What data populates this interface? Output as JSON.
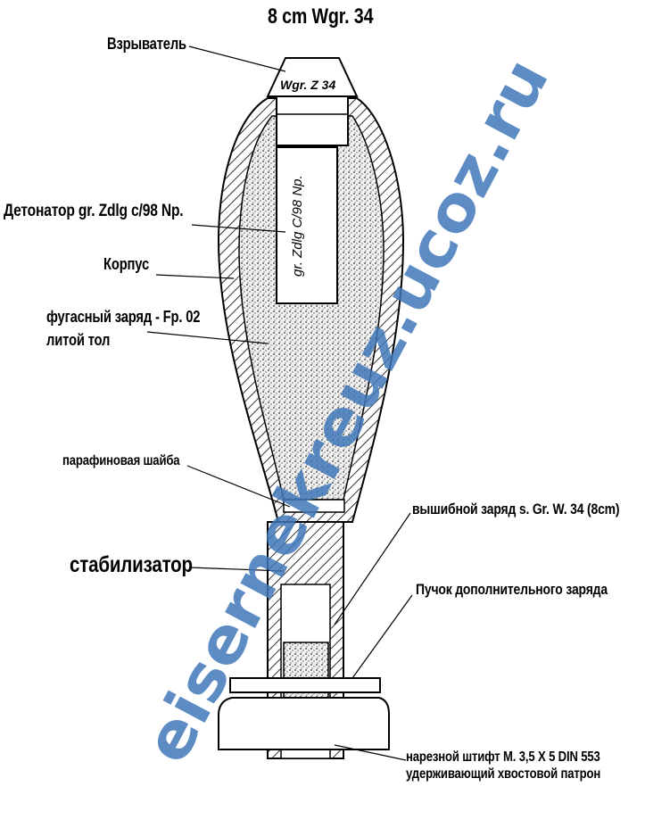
{
  "title": "8 cm Wgr. 34",
  "labels": {
    "fuze": "Взрыватель",
    "detonator": "Детонатор gr. Zdlg c/98 Np.",
    "body": "Корпус",
    "charge_line1": "фугасный заряд - Fp. 02",
    "charge_line2": "литой тол",
    "paraffin": "парафиновая шайба",
    "stabilizer": "стабилизатор",
    "propellant": "вышибной заряд s. Gr. W. 34 (8cm)",
    "extra_charge": "Пучок дополнительного заряда",
    "pin_line1": "нарезной штифт M. 3,5 X 5 DIN 553",
    "pin_line2": "удерживающий хвостовой патрон"
  },
  "drawing_text": {
    "fuze_marking": "Wgr. Z 34",
    "detonator_marking": "gr. Zdlg C/98 Np."
  },
  "watermark": "eisernekreuz.ucoz.ru",
  "colors": {
    "watermark": "#3f78b8",
    "ink": "#000000"
  }
}
